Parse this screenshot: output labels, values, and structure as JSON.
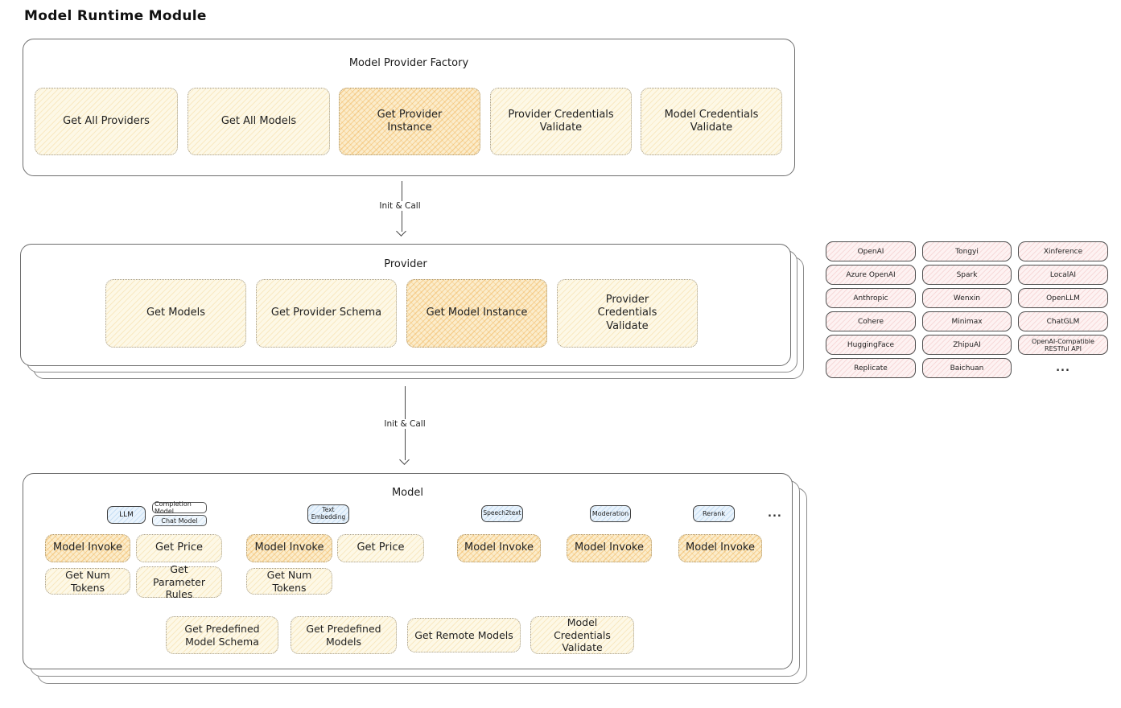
{
  "page": {
    "title": "Model Runtime Module"
  },
  "factory": {
    "title": "Model Provider Factory",
    "boxes": [
      {
        "label": "Get All Providers",
        "highlighted": false
      },
      {
        "label": "Get All Models",
        "highlighted": false
      },
      {
        "label": "Get Provider Instance",
        "highlighted": true
      },
      {
        "label": "Provider Credentials Validate",
        "highlighted": false
      },
      {
        "label": "Model Credentials Validate",
        "highlighted": false
      }
    ]
  },
  "arrows": {
    "label1": "Init & Call",
    "label2": "Init & Call"
  },
  "provider": {
    "title": "Provider",
    "boxes": [
      {
        "label": "Get Models",
        "highlighted": false
      },
      {
        "label": "Get Provider Schema",
        "highlighted": false
      },
      {
        "label": "Get Model Instance",
        "highlighted": true
      },
      {
        "label": "Provider Credentials Validate",
        "highlighted": false
      }
    ]
  },
  "vendors": {
    "rows": [
      [
        "OpenAI",
        "Tongyi",
        "Xinference"
      ],
      [
        "Azure OpenAI",
        "Spark",
        "LocalAI"
      ],
      [
        "Anthropic",
        "Wenxin",
        "OpenLLM"
      ],
      [
        "Cohere",
        "Minimax",
        "ChatGLM"
      ],
      [
        "HuggingFace",
        "ZhipuAI",
        "OpenAI-Compatible RESTful API"
      ],
      [
        "Replicate",
        "Baichuan"
      ]
    ],
    "more": "..."
  },
  "model": {
    "title": "Model",
    "types": {
      "llm": "LLM",
      "completion_model": "Completion Model",
      "chat_model": "Chat Model",
      "text_embedding": "Text Embedding",
      "speech2text": "Speech2text",
      "moderation": "Moderation",
      "rerank": "Rerank",
      "more": "..."
    },
    "ops": {
      "model_invoke": "Model Invoke",
      "get_price": "Get Price",
      "get_num_tokens": "Get Num Tokens",
      "get_parameter_rules": "Get Parameter Rules"
    },
    "bottom_boxes": [
      "Get Predefined Model Schema",
      "Get Predefined Models",
      "Get Remote Models",
      "Model Credentials Validate"
    ]
  },
  "palette": {
    "cream_fill": "#fdf8e6",
    "cream_hatch": "#eecb79",
    "highlight_fill": "#fbeccb",
    "highlight_hatch": "#f0b253",
    "pink_fill": "#fdf2f2",
    "pink_hatch": "#e9a0a0",
    "blue_fill": "#e9f3fc",
    "blue_hatch": "#82b4e1",
    "ink": "#1f1f1f",
    "panel_border": "#6e6e6e"
  }
}
